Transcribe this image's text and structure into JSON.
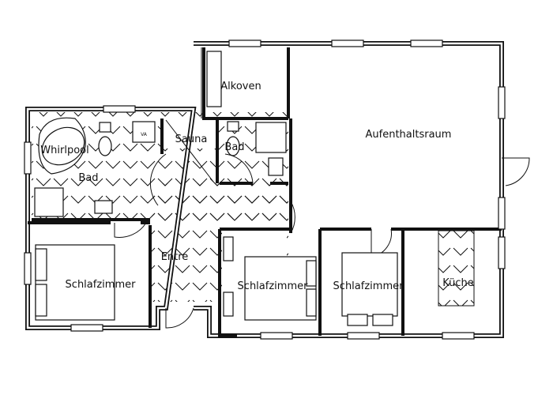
{
  "rooms": {
    "alkoven": "Alkoven",
    "aufenthaltsraum": "Aufenthaltsraum",
    "whirlpool": "Whirlpool",
    "bad1": "Bad",
    "sauna": "Sauna",
    "bad2": "Bad",
    "entre": "Entre",
    "schlafzimmer1": "Schlafzimmer",
    "schlafzimmer2": "Schlafzimmer",
    "schlafzimmer3": "Schlafzimmer",
    "kueche": "Küche",
    "va": "VA"
  },
  "colors": {
    "ink": "#111111",
    "paper": "#ffffff"
  }
}
